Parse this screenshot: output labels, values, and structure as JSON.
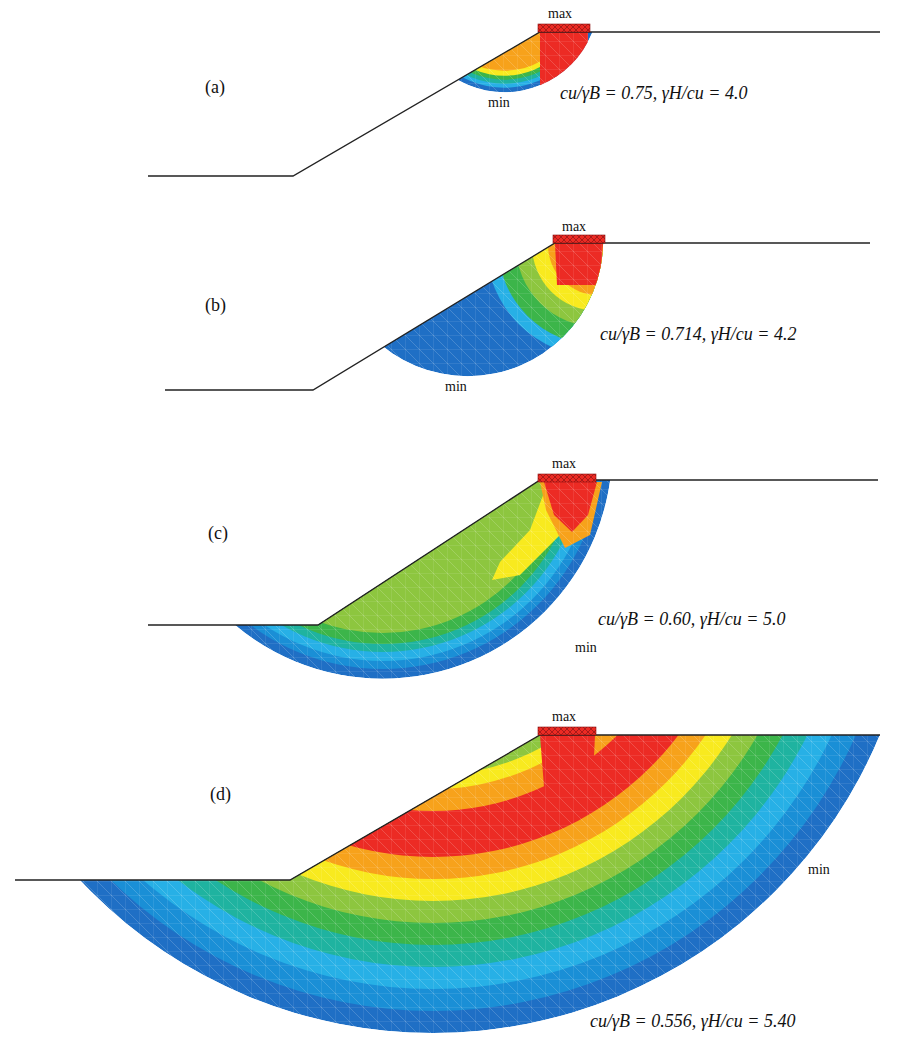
{
  "diagram": {
    "labels": [
      "max",
      "(a)",
      "cu/γB = 0.75, γH/cu = 4.0",
      "min",
      "max",
      "(b)",
      "cu/γB = 0.714, γH/cu = 4.2",
      "min",
      "max",
      "(c)",
      "cu/γB = 0.60, γH/cu = 5.0",
      "min",
      "max",
      "(d)",
      "cu/γB = 0.556, γH/cu = 5.40",
      "min"
    ]
  }
}
